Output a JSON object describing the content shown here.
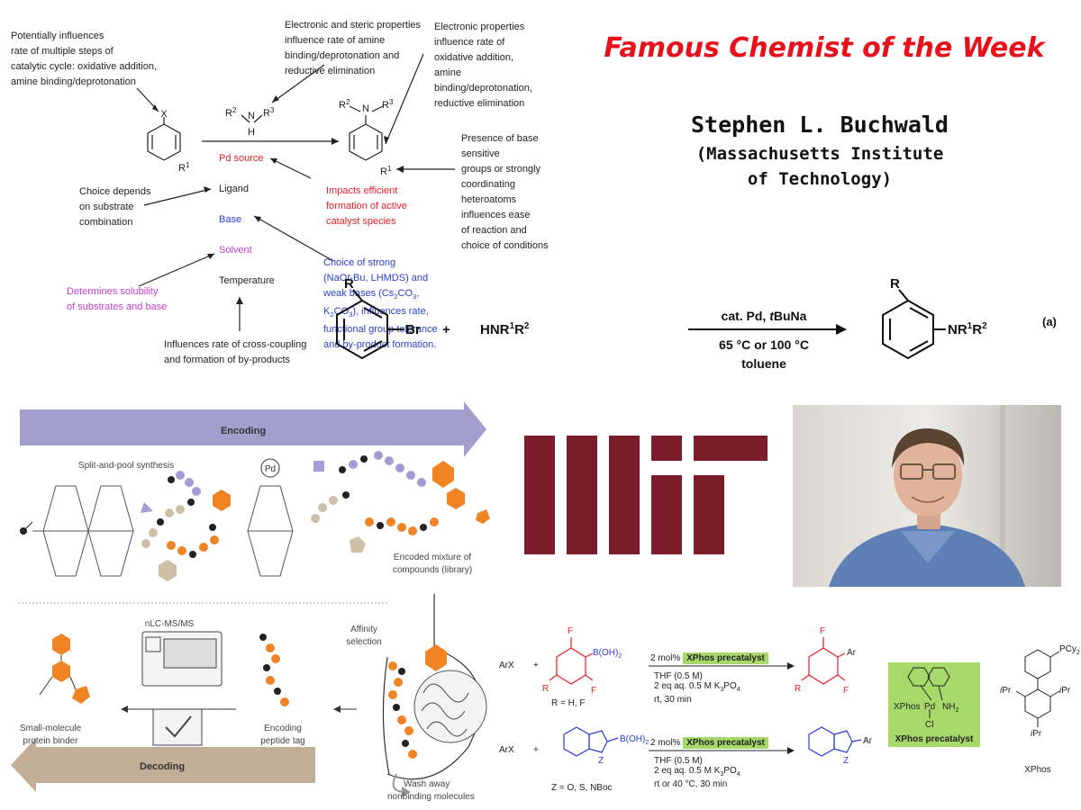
{
  "title": "Famous Chemist of the Week",
  "chemist": {
    "name": "Stephen L. Buchwald",
    "affiliation_1": "(Massachusetts Institute",
    "affiliation_2": "of Technology)"
  },
  "scheme_top": {
    "note_aryl": [
      "Potentially influences",
      "rate of multiple steps of",
      "catalytic cycle: oxidative addition,",
      "amine binding/deprotonation"
    ],
    "note_amine": [
      "Electronic and steric properties",
      "influence rate of amine",
      "binding/deprotonation and",
      "reductive elimination"
    ],
    "note_product": [
      "Electronic properties",
      "influence rate of",
      "oxidative addition,",
      "amine",
      "binding/deprotonation,",
      "reductive elimination"
    ],
    "note_base_sensitive": [
      "Presence of base",
      "sensitive",
      "groups or strongly",
      "coordinating",
      "heteroatoms",
      "influences ease",
      "of reaction and",
      "choice of conditions"
    ],
    "note_ligand": [
      "Choice depends",
      "on substrate",
      "combination"
    ],
    "note_pd": [
      "Impacts efficient",
      "formation of active",
      "catalyst species"
    ],
    "note_solvent": [
      "Determines solubility",
      "of substrates and base"
    ],
    "note_temp": [
      "Influences rate of cross-coupling",
      "and formation of by-products"
    ],
    "note_base_strength": [
      "Choice of strong",
      "(NaO",
      "t",
      "-Bu, LHMDS) and",
      "weak bases (Cs",
      "2",
      "CO",
      "3",
      ",",
      "K",
      "2",
      "CO",
      "3",
      "), influences rate,",
      "functional group tolerance",
      "and by-product formation."
    ],
    "conditions": {
      "pd": "Pd source",
      "ligand": "Ligand",
      "base": "Base",
      "solvent": "Solvent",
      "temp": "Temperature"
    },
    "atoms": {
      "x": "X",
      "r1": "R",
      "r1_sup": "1",
      "r2": "R",
      "r2_sup": "2",
      "r3": "R",
      "r3_sup": "3",
      "n": "N",
      "h": "H"
    }
  },
  "reaction_a": {
    "r": "R",
    "br": "Br",
    "plus": "+",
    "amine": "HNR",
    "amine_sup1": "1",
    "amine_r2": "R",
    "amine_sup2": "2",
    "cond_top": "cat. Pd, ",
    "cond_top_ital": "t",
    "cond_top_end": "BuNa",
    "cond_bottom": "65 °C  or 100 °C",
    "solvent": "toluene",
    "product": "NR",
    "product_sup1": "1",
    "product_r2": "R",
    "product_sup2": "2",
    "label": "(a)"
  },
  "del": {
    "encoding": "Encoding",
    "decoding": "Decoding",
    "split_pool": "Split-and-pool synthesis",
    "pd": "Pd",
    "mixture": [
      "Encoded mixture of",
      "compounds (library)"
    ],
    "affinity": [
      "Affinity",
      "selection"
    ],
    "nlc": "nLC-MS/MS",
    "binder": [
      "Small-molecule",
      "protein binder"
    ],
    "tag": [
      "Encoding",
      "peptide tag"
    ],
    "wash": [
      "Wash away",
      "nonbinding molecules"
    ]
  },
  "suzuki": {
    "arx": "ArX",
    "plus": "+",
    "f": "F",
    "boronic": "B(OH)",
    "boronic_sub": "2",
    "r": "R",
    "r_eq": "R = H, F",
    "ar": "Ar",
    "z": "Z",
    "z_eq": "Z = O, S, NBoc",
    "mol": "2 mol% ",
    "catalyst": "XPhos precatalyst",
    "cond1": [
      "THF (0.5 M)",
      "2 eq aq. 0.5 M K",
      "3",
      "PO",
      "4",
      "rt, 30 min"
    ],
    "cond2": [
      "THF (0.5 M)",
      "2 eq aq. 0.5 M K",
      "3",
      "PO",
      "4",
      "rt or 40 °C, 30 min"
    ],
    "precat_label": "XPhos precatalyst",
    "precat": {
      "xphos": "XPhos",
      "pd": "Pd",
      "nh2": "NH",
      "nh2_sub": "2",
      "cl": "Cl"
    },
    "ligand": {
      "pcy": "PCy",
      "pcy_sub": "2",
      "ipr": "Pr",
      "i": "i",
      "name": "XPhos"
    }
  },
  "colors": {
    "title": "#e8101a",
    "mit": "#7b1d2a",
    "encoding": "#a29fcf",
    "decoding": "#c2ae96",
    "orange": "#f08424",
    "purple": "#a79bd3",
    "tan": "#cdbfa8",
    "green": "#a6d96a"
  }
}
